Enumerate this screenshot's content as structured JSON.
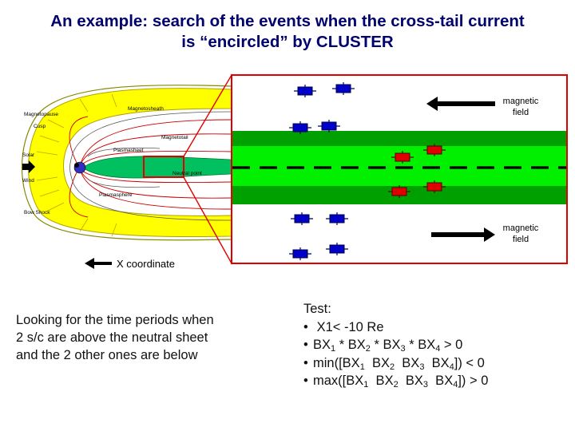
{
  "title": {
    "line1": "An example: search of the events when the cross-tail current",
    "line2": "is “encircled” by CLUSTER"
  },
  "magnetosphere": {
    "labels": {
      "magnetopause": "Magnetopause",
      "magnetosheath": "Magnetosheath",
      "cusp": "Cusp",
      "magnetotail": "Magnetotail",
      "plasmasheet": "Plasmasheet",
      "solar": "Solar",
      "wind": "Wind",
      "neutral_point": "Neutral point",
      "plasmasphere": "Plasmasphere",
      "bow_shock": "Bow Shock"
    }
  },
  "zoom": {
    "field_top": "magnetic field",
    "field_top_line1": "magnetic",
    "field_top_line2": "field",
    "field_bottom_line1": "magnetic",
    "field_bottom_line2": "field",
    "x_coordinate": "X coordinate"
  },
  "colors": {
    "title": "#00006e",
    "yellow": "#ffff00",
    "green_dark": "#00a000",
    "green_light": "#00f000",
    "spacecraft_blue": "#0000c8",
    "spacecraft_red": "#e00000",
    "frame_red": "#e00000"
  },
  "looking": {
    "line1": "Looking for the time periods when",
    "line2": "2 s/c are above the neutral sheet",
    "line3": "and the 2 other ones are below"
  },
  "test": {
    "heading": "Test:",
    "item1": "X1< -10 Re",
    "item2": {
      "a": "BX",
      "s1": "1",
      "b": " * BX",
      "s2": "2",
      "c": " * BX",
      "s3": "3",
      "d": " * BX",
      "s4": "4",
      "e": " > 0"
    },
    "item3": {
      "a": "min([BX",
      "s1": "1",
      "b": "  BX",
      "s2": "2",
      "c": "  BX",
      "s3": "3",
      "d": "  BX",
      "s4": "4",
      "e": "]) < 0"
    },
    "item4": {
      "a": "max([BX",
      "s1": "1",
      "b": "  BX",
      "s2": "2",
      "c": "  BX",
      "s3": "3",
      "d": "  BX",
      "s4": "4",
      "e": "]) > 0"
    },
    "bullet": "•"
  }
}
